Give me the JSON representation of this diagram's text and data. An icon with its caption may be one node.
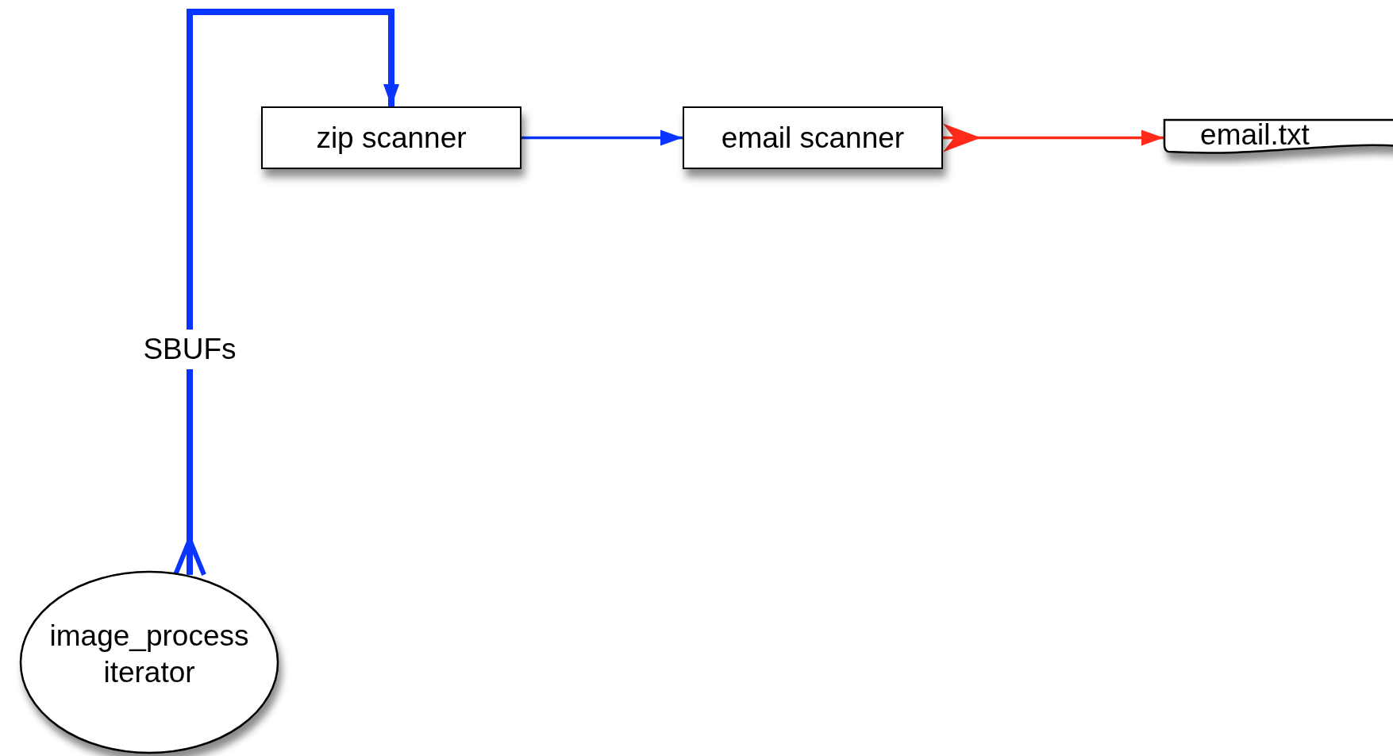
{
  "diagram": {
    "nodes": [
      {
        "text": [
          "zip scanner"
        ]
      },
      {
        "text": [
          "email scanner"
        ]
      },
      {
        "text": [
          "email.txt"
        ]
      },
      {
        "text": [
          "image_process iterator"
        ]
      }
    ],
    "edges": [
      {
        "from": 3,
        "to": 0,
        "arrow": "to",
        "label": "SBUFs",
        "style": "thick"
      },
      {
        "from": 0,
        "to": 1,
        "arrow": "to"
      },
      {
        "from": 1,
        "to": 2,
        "arrow": "to",
        "color": "#ff2a1a"
      }
    ]
  }
}
